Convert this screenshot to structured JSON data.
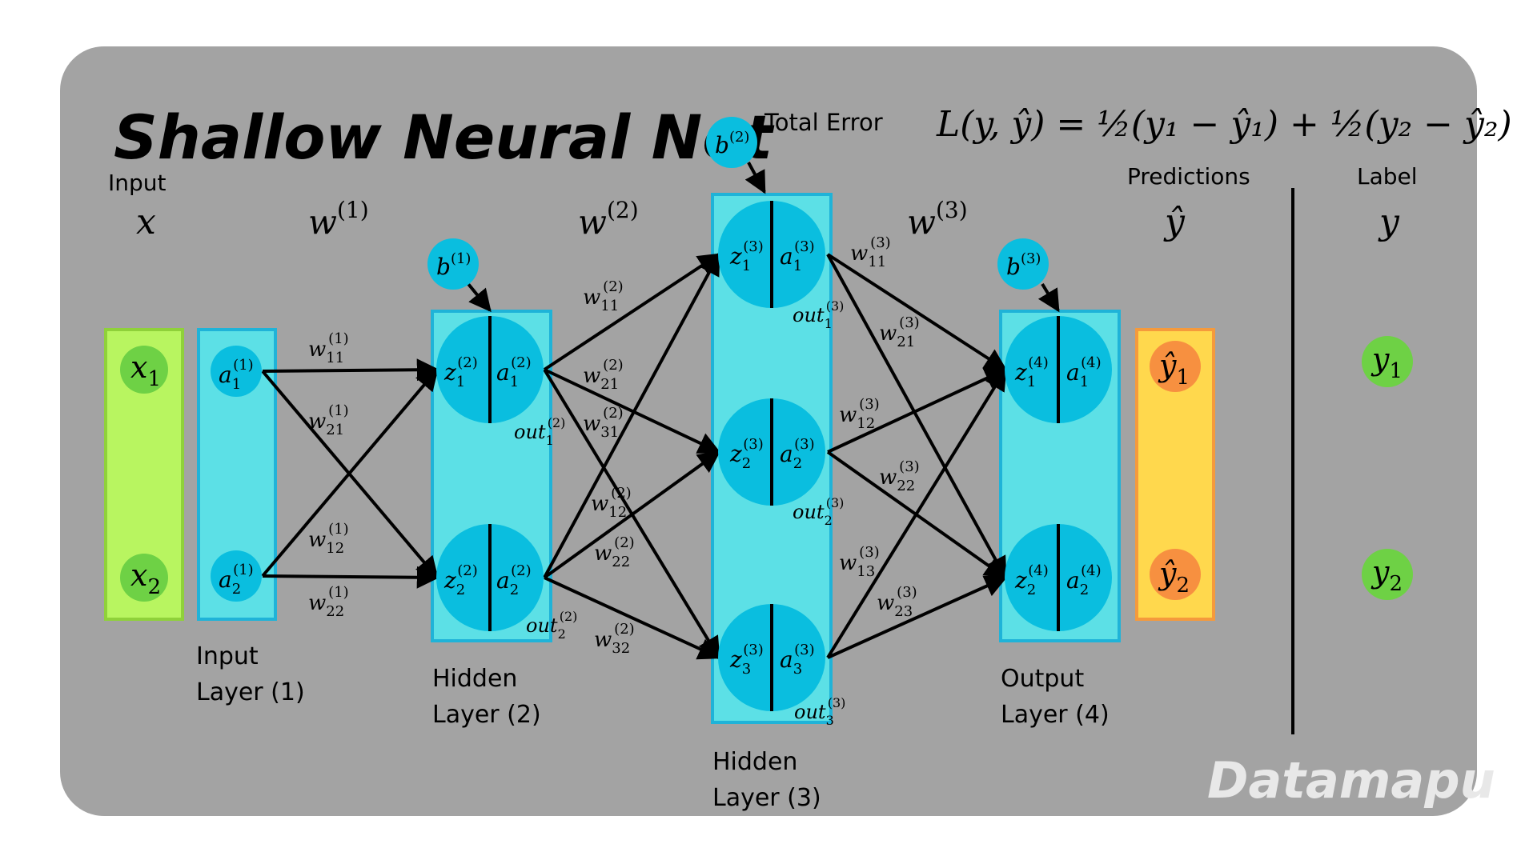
{
  "title": "Shallow Neural Net",
  "watermark": "Datamapu",
  "total_error": {
    "label": "Total Error",
    "formula": "L(y, ŷ) = ½(y₁ − ŷ₁) + ½(y₂ − ŷ₂)"
  },
  "top_labels": {
    "input": "Input",
    "x": "x",
    "w1": "w",
    "w1_sup": "(1)",
    "w2": "w",
    "w2_sup": "(2)",
    "w3": "w",
    "w3_sup": "(3)",
    "predictions": "Predictions",
    "yhat": "ŷ",
    "label": "Label",
    "y": "y"
  },
  "layers": {
    "input_layer": [
      "Input",
      "Layer (1)"
    ],
    "hidden2": [
      "Hidden",
      "Layer (2)"
    ],
    "hidden3": [
      "Hidden",
      "Layer (3)"
    ],
    "output4": [
      "Output",
      "Layer (4)"
    ]
  },
  "nodes": {
    "x": [
      {
        "base": "x",
        "sub": "1"
      },
      {
        "base": "x",
        "sub": "2"
      }
    ],
    "a1": [
      {
        "base": "a",
        "sub": "1",
        "sup": "(1)"
      },
      {
        "base": "a",
        "sub": "2",
        "sup": "(1)"
      }
    ],
    "layer2": [
      {
        "z": "z",
        "a": "a",
        "sub": "1",
        "sup": "(2)"
      },
      {
        "z": "z",
        "a": "a",
        "sub": "2",
        "sup": "(2)"
      }
    ],
    "layer3": [
      {
        "z": "z",
        "a": "a",
        "sub": "1",
        "sup": "(3)"
      },
      {
        "z": "z",
        "a": "a",
        "sub": "2",
        "sup": "(3)"
      },
      {
        "z": "z",
        "a": "a",
        "sub": "3",
        "sup": "(3)"
      }
    ],
    "layer4": [
      {
        "z": "z",
        "a": "a",
        "sub": "1",
        "sup": "(4)"
      },
      {
        "z": "z",
        "a": "a",
        "sub": "2",
        "sup": "(4)"
      }
    ],
    "yhat": [
      {
        "base": "ŷ",
        "sub": "1"
      },
      {
        "base": "ŷ",
        "sub": "2"
      }
    ],
    "y": [
      {
        "base": "y",
        "sub": "1"
      },
      {
        "base": "y",
        "sub": "2"
      }
    ]
  },
  "biases": [
    {
      "base": "b",
      "sup": "(1)"
    },
    {
      "base": "b",
      "sup": "(2)"
    },
    {
      "base": "b",
      "sup": "(3)"
    }
  ],
  "outs": [
    {
      "base": "out",
      "sub": "1",
      "sup": "(2)"
    },
    {
      "base": "out",
      "sub": "2",
      "sup": "(2)"
    },
    {
      "base": "out",
      "sub": "1",
      "sup": "(3)"
    },
    {
      "base": "out",
      "sub": "2",
      "sup": "(3)"
    },
    {
      "base": "out",
      "sub": "3",
      "sup": "(3)"
    }
  ],
  "weights": {
    "w1": [
      {
        "sub": "11",
        "sup": "(1)"
      },
      {
        "sub": "21",
        "sup": "(1)"
      },
      {
        "sub": "12",
        "sup": "(1)"
      },
      {
        "sub": "22",
        "sup": "(1)"
      }
    ],
    "w2": [
      {
        "sub": "11",
        "sup": "(2)"
      },
      {
        "sub": "21",
        "sup": "(2)"
      },
      {
        "sub": "31",
        "sup": "(2)"
      },
      {
        "sub": "12",
        "sup": "(2)"
      },
      {
        "sub": "22",
        "sup": "(2)"
      },
      {
        "sub": "32",
        "sup": "(2)"
      }
    ],
    "w3": [
      {
        "sub": "11",
        "sup": "(3)"
      },
      {
        "sub": "21",
        "sup": "(3)"
      },
      {
        "sub": "12",
        "sup": "(3)"
      },
      {
        "sub": "22",
        "sup": "(3)"
      },
      {
        "sub": "13",
        "sup": "(3)"
      },
      {
        "sub": "23",
        "sup": "(3)"
      }
    ]
  },
  "colors": {
    "panel": "#a3a3a3",
    "input_box": "#b8f560",
    "input_box_stroke": "#8fd13a",
    "layer_box": "#5ce0e6",
    "layer_box_stroke": "#1fb3d8",
    "node": "#0abedf",
    "x_node": "#6ed145",
    "pred_box": "#ffd84d",
    "pred_box_stroke": "#f59a3c",
    "pred_node": "#f79040",
    "label_node": "#6ed145"
  }
}
